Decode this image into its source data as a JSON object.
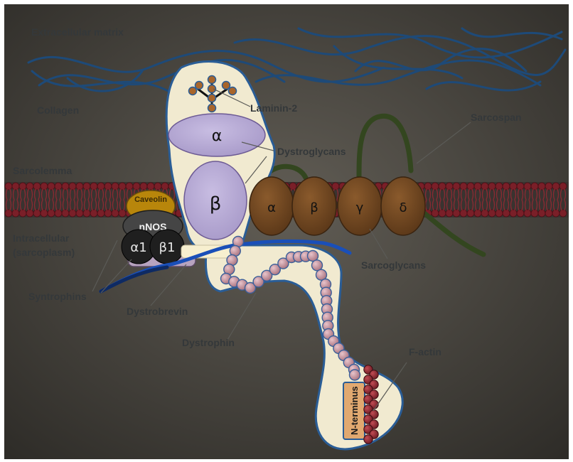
{
  "labels": {
    "extracellular_matrix": "Extracellular  matrix",
    "collagen": "Collagen",
    "laminin": "Laminin-2",
    "sarcospan": "Sarcospan",
    "dystroglycans": "Dystroglycans",
    "sarcolemma": "Sarcolemma",
    "intracellular_1": "Intracellular",
    "intracellular_2": "(sarcoplasm)",
    "syntrophins": "Syntrophins",
    "dystrobrevin": "Dystrobrevin",
    "dystrophin": "Dystrophin",
    "sarcoglycans": "Sarcoglycans",
    "f_actin": "F-actin",
    "n_terminus": "N-terminus",
    "caveolin": "Caveolin",
    "nnos": "nNOS"
  },
  "dystroglycan": {
    "alpha": "α",
    "beta": "β"
  },
  "sarcoglycan_subunits": [
    "α",
    "β",
    "γ",
    "δ"
  ],
  "syntrophin_subunits": [
    "α1",
    "β1"
  ],
  "colors": {
    "background_outer": "#ffffff",
    "background_center": "#615d55",
    "background_edge": "#2d2b27",
    "membrane": "#7a1f28",
    "collagen": "#1e4a78",
    "dystroglycan": "#b5a7d4",
    "complex_outline": "#fbf6e0",
    "sarcoglycan": "#6e4520",
    "sarcospan": "#33461f",
    "dystrophin_bead": "#b88894",
    "actin_bead": "#8b2a33"
  }
}
